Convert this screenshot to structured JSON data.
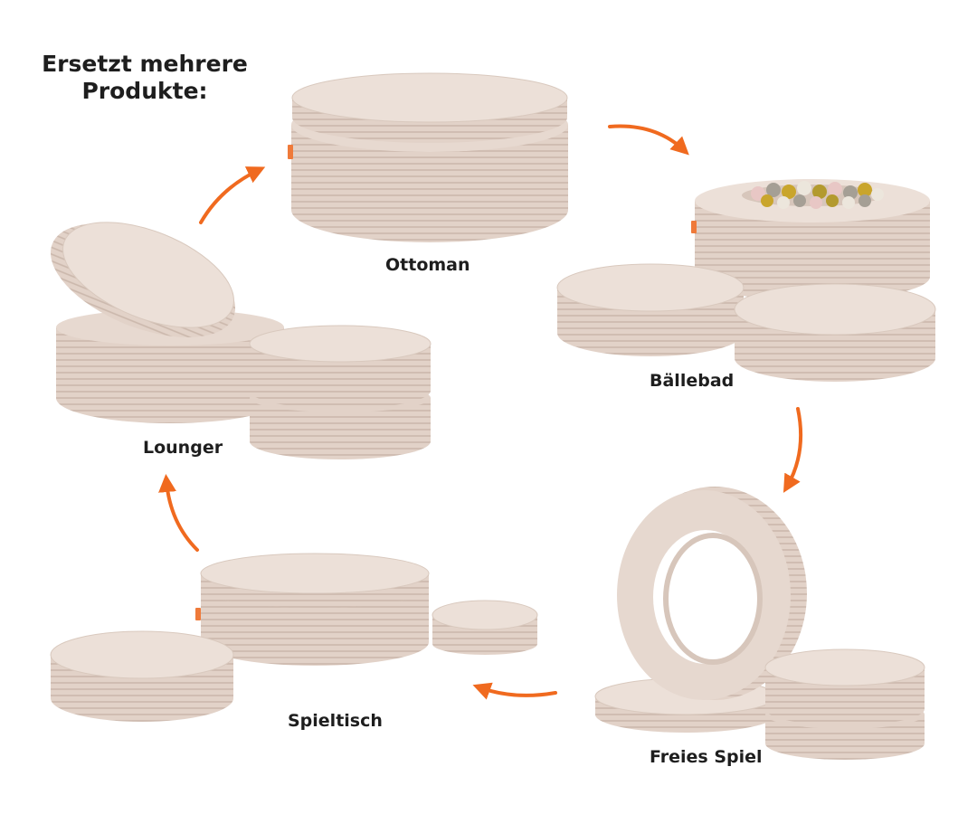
{
  "headline": "Ersetzt mehrere Produkte:",
  "configurations": [
    {
      "id": "ottoman",
      "label": "Ottoman"
    },
    {
      "id": "baellebad",
      "label": "Bällebad"
    },
    {
      "id": "freies-spiel",
      "label": "Freies Spiel"
    },
    {
      "id": "spieltisch",
      "label": "Spieltisch"
    },
    {
      "id": "lounger",
      "label": "Lounger"
    }
  ],
  "colors": {
    "fabric_top": "#ece0d8",
    "fabric_side": "#e2d2c8",
    "fabric_rib": "#cbb8ac",
    "fabric_shadow": "#d4c2b7",
    "arrow": "#f06a1f",
    "tag": "#ef7a3a",
    "text": "#1e1e1e",
    "ball_colors": [
      "#e8c7c5",
      "#c9a52c",
      "#a59f95",
      "#ece6dc",
      "#b39a2e"
    ]
  },
  "flow": "clockwise: Ottoman → Bällebad → Freies Spiel → Spieltisch → Lounger → Ottoman"
}
